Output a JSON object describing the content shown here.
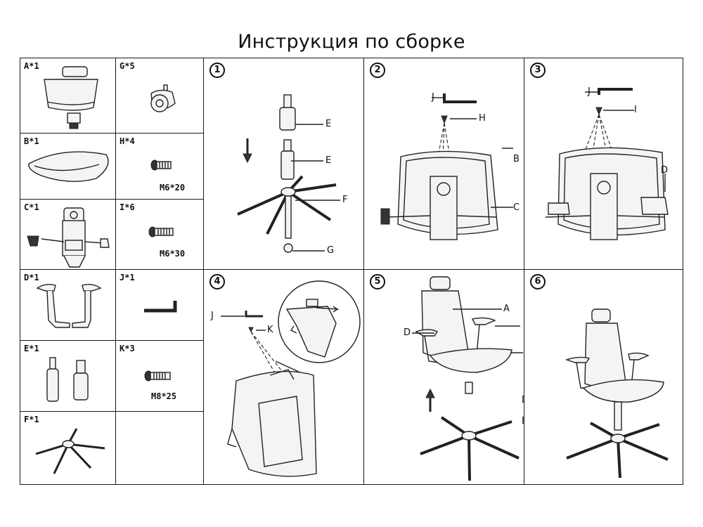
{
  "title": "Инструкция по сборке",
  "parts": {
    "a": {
      "label": "A*1"
    },
    "b": {
      "label": "B*1"
    },
    "c": {
      "label": "C*1"
    },
    "d": {
      "label": "D*1"
    },
    "e": {
      "label": "E*1"
    },
    "f": {
      "label": "F*1"
    },
    "g": {
      "label": "G*5"
    },
    "h": {
      "label": "H*4",
      "spec": "M6*20"
    },
    "i": {
      "label": "I*6",
      "spec": "M6*30"
    },
    "j": {
      "label": "J*1"
    },
    "k": {
      "label": "K*3",
      "spec": "M8*25"
    }
  },
  "steps": {
    "s1": {
      "num": "1",
      "callouts": {
        "e1": "E",
        "e2": "E",
        "f": "F",
        "g": "G"
      }
    },
    "s2": {
      "num": "2",
      "callouts": {
        "j": "J",
        "h": "H",
        "b": "B",
        "c": "C"
      }
    },
    "s3": {
      "num": "3",
      "callouts": {
        "j": "J",
        "i": "I",
        "d": "D"
      }
    },
    "s4": {
      "num": "4",
      "callouts": {
        "j": "J",
        "k": "K"
      }
    },
    "s5": {
      "num": "5",
      "callouts": {
        "a": "A",
        "d1": "D",
        "d2": "D",
        "b": "B"
      }
    },
    "s6": {
      "num": "6"
    }
  }
}
